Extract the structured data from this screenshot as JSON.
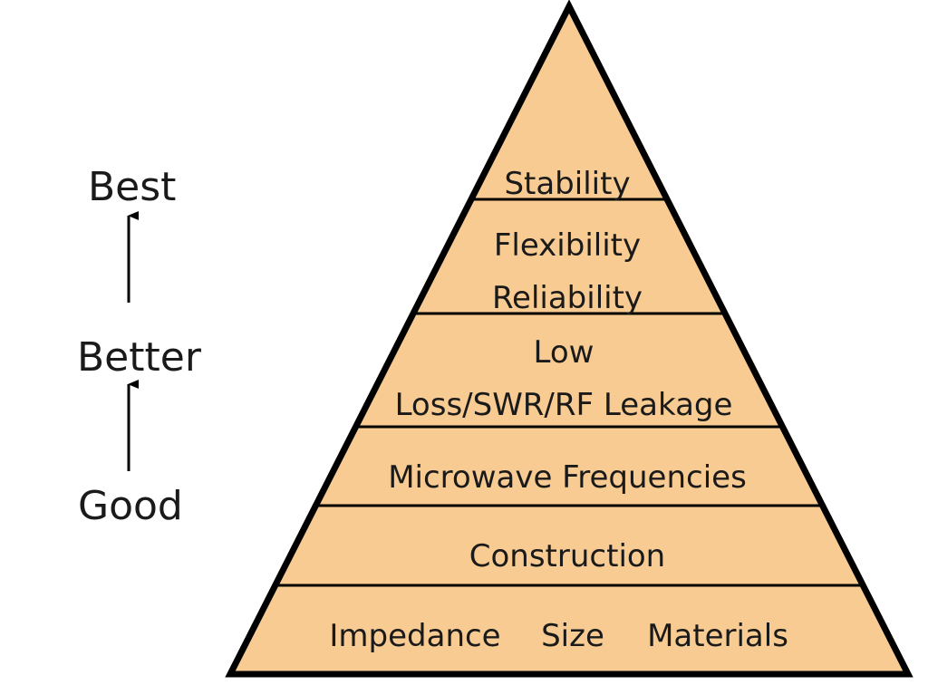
{
  "scale": {
    "best": "Best",
    "better": "Better",
    "good": "Good"
  },
  "pyramid": {
    "fill_color": "#f7cb92",
    "stroke_color": "#000000",
    "tiers": [
      {
        "lines": [
          "Stability"
        ]
      },
      {
        "lines": [
          "Flexibility",
          "Reliability"
        ]
      },
      {
        "lines": [
          "Low",
          "Loss/SWR/RF Leakage"
        ]
      },
      {
        "lines": [
          "Microwave Frequencies"
        ]
      },
      {
        "lines": [
          "Construction"
        ]
      },
      {
        "lines": [
          "Impedance",
          "Size",
          "Materials"
        ]
      }
    ]
  }
}
